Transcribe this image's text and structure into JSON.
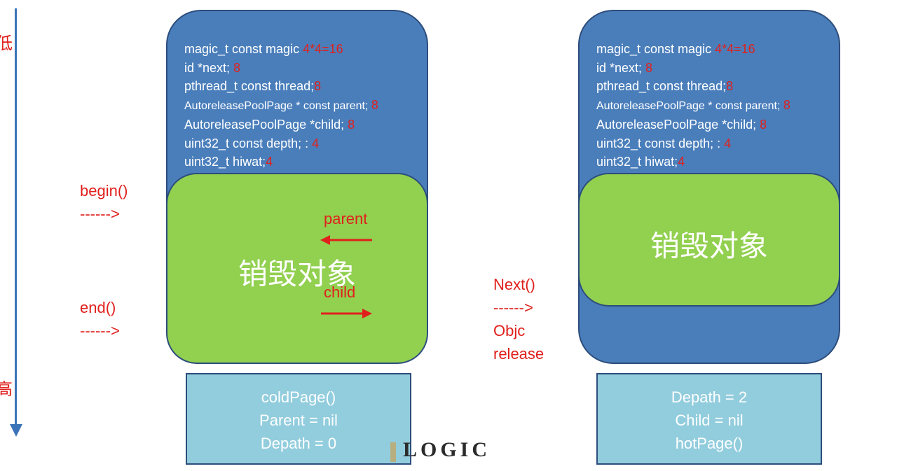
{
  "axis": {
    "top_label": "低",
    "bottom_label": "高",
    "color": "#3a73b8"
  },
  "left_labels": {
    "begin": "begin()\n------>",
    "end": "end()\n------>"
  },
  "middle_labels": {
    "next": "Next()\n------>\nObjc\nrelease"
  },
  "left_page": {
    "fields": [
      {
        "name": "magic_t const magic ",
        "size": "4*4=16"
      },
      {
        "name": "id *next; ",
        "size": "8"
      },
      {
        "name": "pthread_t const thread;",
        "size": "8"
      },
      {
        "name": "AutoreleasePoolPage * const parent; ",
        "size": "8"
      },
      {
        "name": "AutoreleasePoolPage *child;  ",
        "size": "8"
      },
      {
        "name": "uint32_t const depth; : ",
        "size": "4"
      },
      {
        "name": "uint32_t hiwat;",
        "size": "4"
      }
    ],
    "objects_label": "销毁对象",
    "parent_label": "parent",
    "child_label": "child",
    "info": [
      "coldPage()",
      "Parent = nil",
      "Depath = 0"
    ]
  },
  "right_page": {
    "fields": [
      {
        "name": "magic_t const magic ",
        "size": "4*4=16"
      },
      {
        "name": "id *next; ",
        "size": "8"
      },
      {
        "name": "pthread_t const thread;",
        "size": "8"
      },
      {
        "name": "AutoreleasePoolPage * const parent; ",
        "size": "8"
      },
      {
        "name": "AutoreleasePoolPage *child;  ",
        "size": "8"
      },
      {
        "name": "uint32_t const depth; : ",
        "size": "4"
      },
      {
        "name": "uint32_t hiwat;",
        "size": "4"
      }
    ],
    "objects_label": "销毁对象",
    "info": [
      "Depath = 2",
      "Child = nil",
      "hotPage()"
    ]
  },
  "logo": "LOGIC",
  "colors": {
    "page_blue": "#4a7ebb",
    "object_green": "#92d050",
    "info_cyan": "#92cddd",
    "accent_red": "#e0201c"
  }
}
